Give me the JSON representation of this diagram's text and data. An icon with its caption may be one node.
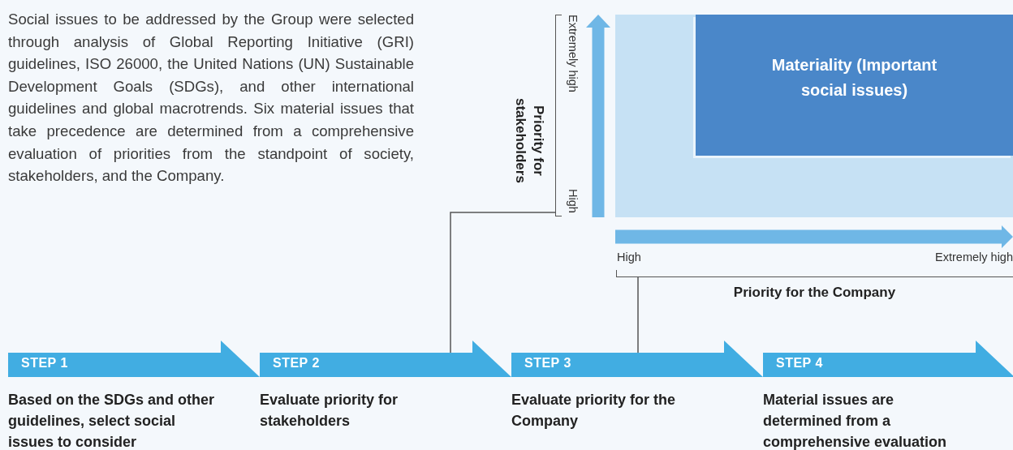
{
  "diagram": {
    "nodes": [
      {
        "text": [
          "STEP 1",
          "Based on the SDGs and other guidelines, select social issues to consider"
        ]
      },
      {
        "text": [
          "STEP 2",
          "Evaluate priority for stakeholders"
        ]
      },
      {
        "text": [
          "STEP 3",
          "Evaluate priority for the Company"
        ]
      },
      {
        "text": [
          "STEP 4",
          "Material issues are determined from a comprehensive evaluation"
        ]
      },
      {
        "text": [
          "Priority for stakeholders"
        ]
      },
      {
        "text": [
          "Priority for the Company"
        ]
      },
      {
        "text": [],
        "shape": "box"
      },
      {
        "text": [
          "Materiality (Important social issues)"
        ],
        "in": 6
      }
    ],
    "edges": [
      {
        "from": 1,
        "to": 4,
        "arrow": "none"
      },
      {
        "from": 2,
        "to": 5,
        "arrow": "none"
      }
    ],
    "labels": [
      "Social issues to be addressed by the Group were selected through analysis of Global Reporting Initiative (GRI) guidelines, ISO 26000, the United Nations (UN) Sustainable Development Goals (SDGs), and other international guidelines and global macrotrends. Six material issues that take precedence are determined from a comprehensive evaluation of priorities from the standpoint of society, stakeholders, and the Company.",
      "Extremely high",
      "High",
      "High",
      "Extremely high"
    ]
  }
}
